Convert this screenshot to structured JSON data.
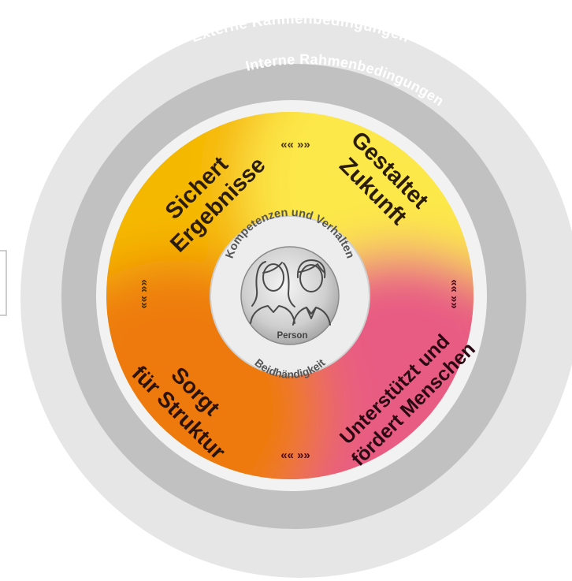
{
  "rings": {
    "outer_label": "Externe Rahmenbedingungen",
    "inner_label": "Interne Rahmenbedingungen"
  },
  "quadrants": [
    {
      "id": "ergebnisse",
      "lines": [
        "Sichert",
        "Ergebnisse"
      ],
      "color": "#F5B800"
    },
    {
      "id": "zukunft",
      "lines": [
        "Gestaltet",
        "Zukunft"
      ],
      "color": "#FDE84A"
    },
    {
      "id": "menschen",
      "lines": [
        "Unterstützt und",
        "fördert Menschen"
      ],
      "color": "#E85C83"
    },
    {
      "id": "struktur",
      "lines": [
        "Sorgt",
        "für Struktur"
      ],
      "color": "#EE7A10"
    }
  ],
  "center": {
    "top_label": "Kompetenzen und Verhalten",
    "person_label": "Person",
    "bottom_label": "Beidhändigkeit"
  },
  "connectors": {
    "top": "«« »»",
    "bottom": "«« »»",
    "left": "«« »»",
    "right": "«« »»"
  }
}
